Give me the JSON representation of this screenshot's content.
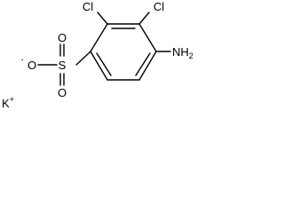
{
  "structure": {
    "substituents": {
      "cl_left": "Cl",
      "cl_right": "Cl",
      "amine": "NH",
      "amine_subscript": "2"
    },
    "sulfonate": {
      "sulfur": "S",
      "oxygen_top": "O",
      "oxygen_bottom": "O",
      "oxygen_anion": "O",
      "anion_charge": "-"
    },
    "counterion": {
      "symbol": "K",
      "charge": "+"
    }
  }
}
